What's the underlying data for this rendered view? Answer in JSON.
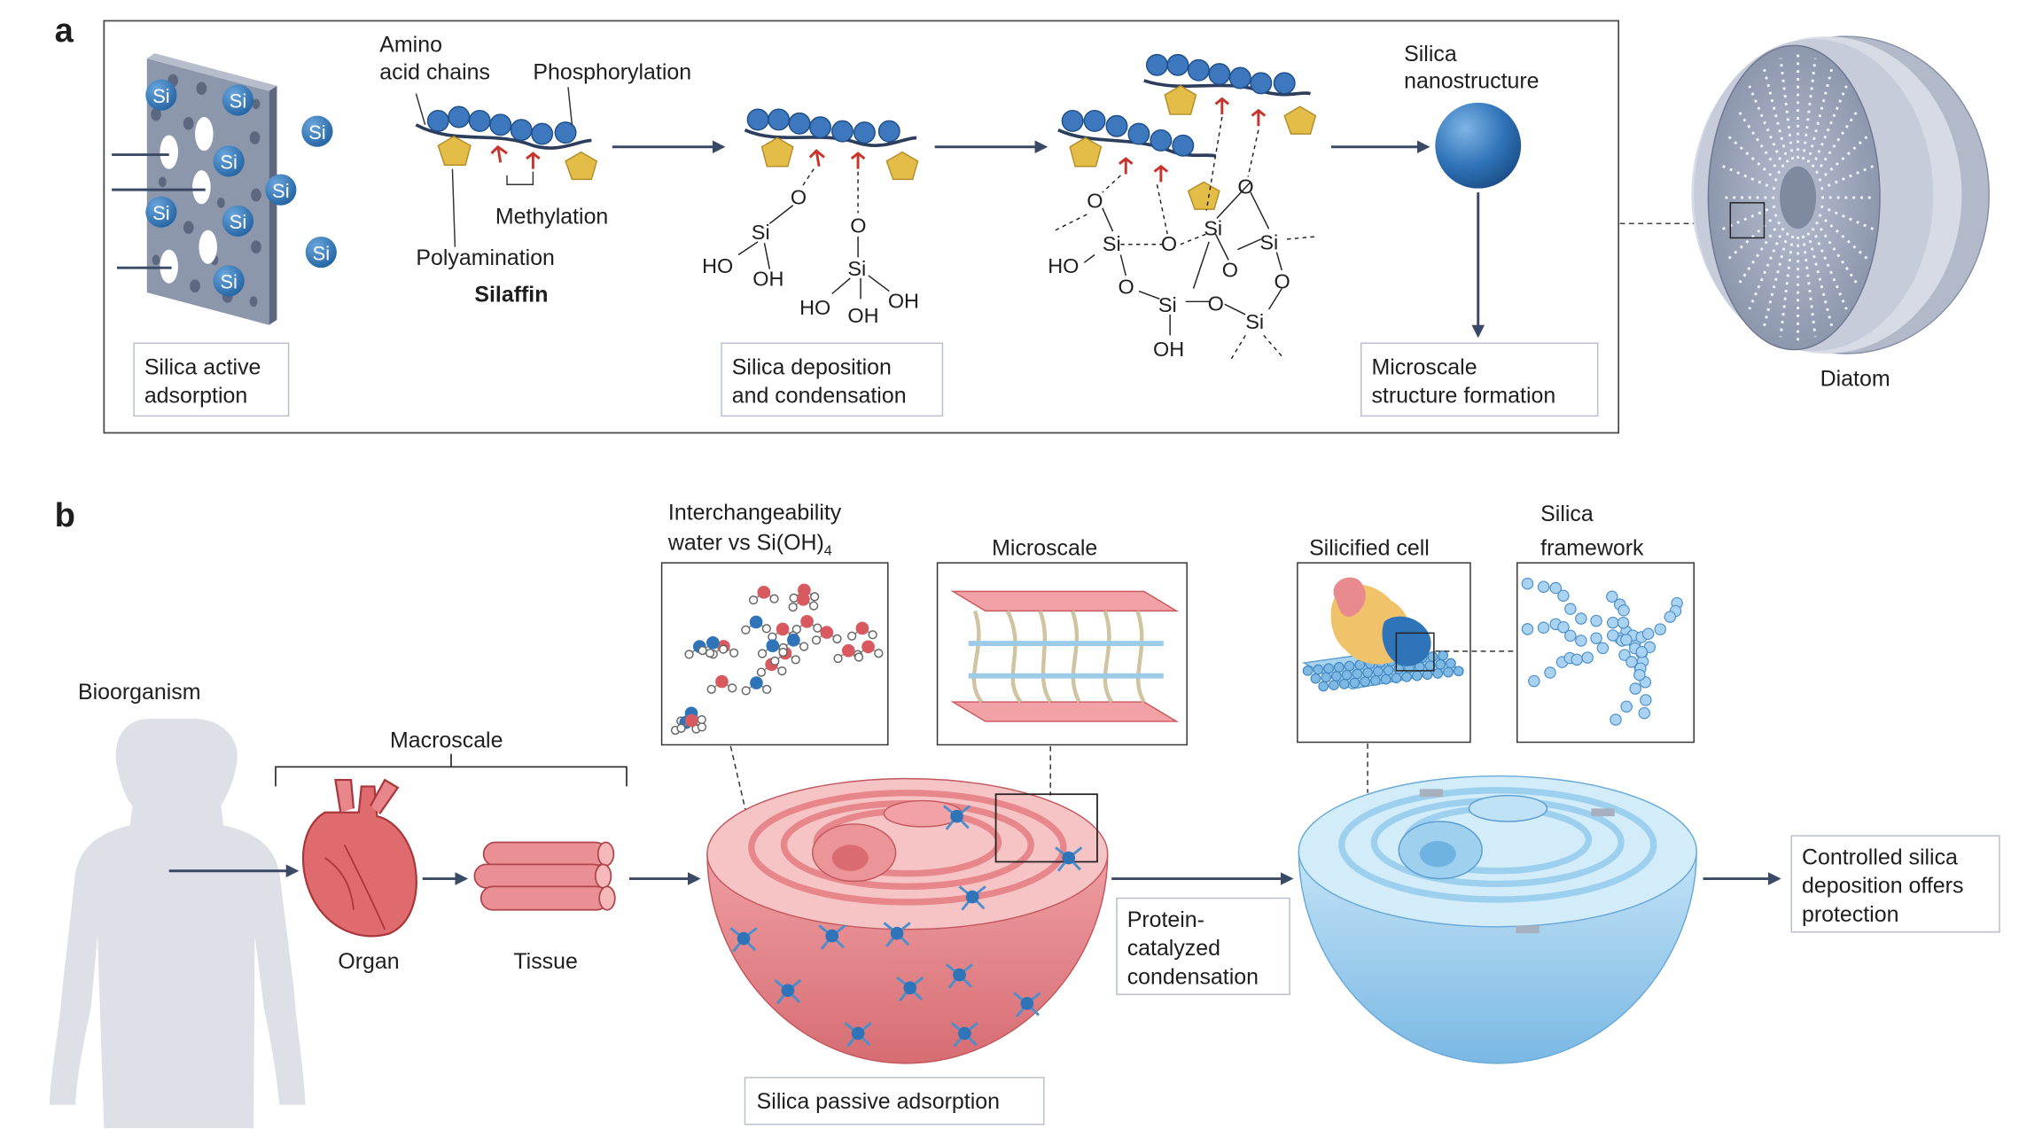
{
  "panel_a": {
    "letter": "a",
    "labels": {
      "amino_line1": "Amino",
      "amino_line2": "acid chains",
      "phosphorylation": "Phosphorylation",
      "methylation": "Methylation",
      "polyamination": "Polyamination",
      "silaffin": "Silaffin",
      "silica_nano_line1": "Silica",
      "silica_nano_line2": "nanostructure",
      "si": "Si",
      "o": "O",
      "ho": "HO",
      "oh": "OH"
    },
    "boxes": {
      "active_line1": "Silica active",
      "active_line2": "adsorption",
      "deposition_line1": "Silica deposition",
      "deposition_line2": "and condensation",
      "micro_line1": "Microscale",
      "micro_line2": "structure formation"
    },
    "diatom": "Diatom"
  },
  "panel_b": {
    "letter": "b",
    "labels": {
      "bioorganism": "Bioorganism",
      "macroscale": "Macroscale",
      "organ": "Organ",
      "tissue": "Tissue",
      "interchange_line1": "Interchangeability",
      "interchange_line2": "water vs Si(OH)",
      "interchange_sub": "4",
      "microscale": "Microscale",
      "silicified_cell": "Silicified cell",
      "framework_line1": "Silica",
      "framework_line2": "framework"
    },
    "boxes": {
      "protein_line1": "Protein-",
      "protein_line2": "catalyzed",
      "protein_line3": "condensation",
      "controlled_line1": "Controlled silica",
      "controlled_line2": "deposition offers",
      "controlled_line3": "protection",
      "passive": "Silica passive adsorption"
    }
  },
  "colors": {
    "arrow": "#3a4a66",
    "si_blue": "#2f73b8",
    "bead_blue": "#3d78bf",
    "pentagon": "#e3bd48",
    "methyl_red": "#c8342c",
    "cell_red": "#e5888d",
    "cell_blue": "#8ec7ea",
    "box_border": "#b7bfcc"
  }
}
